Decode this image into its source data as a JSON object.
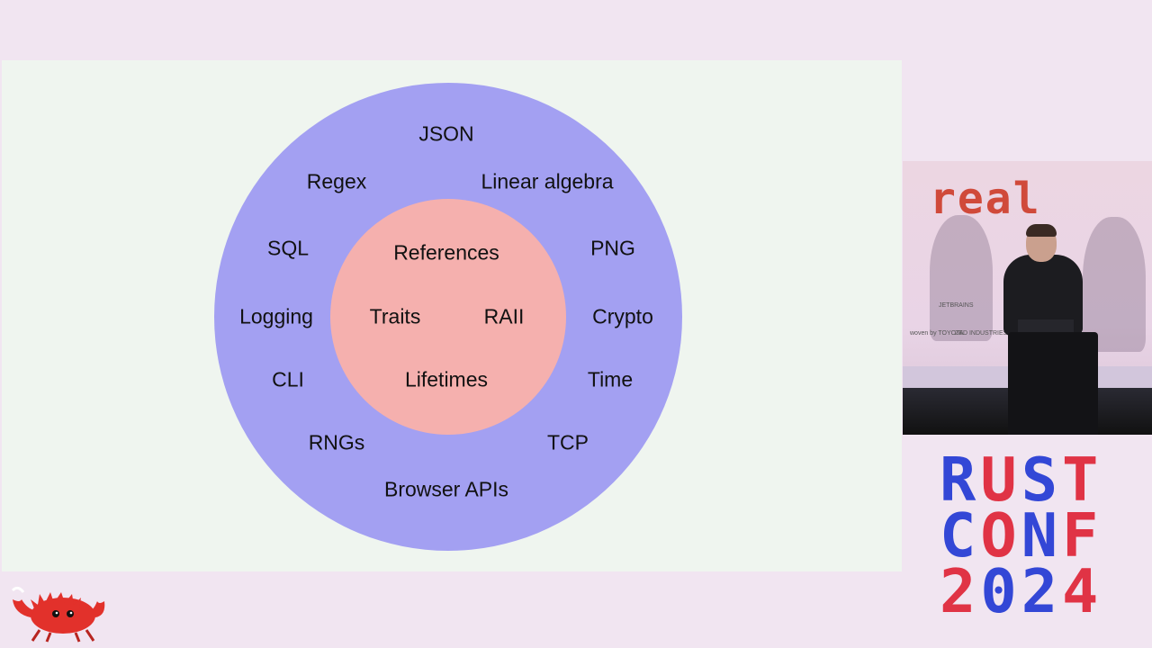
{
  "diagram": {
    "outer_ring_color": "#a3a0f2",
    "inner_circle_color": "#f5b0ae",
    "outer_labels": {
      "json": "JSON",
      "regex": "Regex",
      "linear_algebra": "Linear algebra",
      "sql": "SQL",
      "png": "PNG",
      "logging": "Logging",
      "crypto": "Crypto",
      "cli": "CLI",
      "time": "Time",
      "rngs": "RNGs",
      "tcp": "TCP",
      "browser_apis": "Browser APIs"
    },
    "inner_labels": {
      "references": "References",
      "traits": "Traits",
      "raii": "RAII",
      "lifetimes": "Lifetimes"
    }
  },
  "camera": {
    "backdrop_word": "real",
    "sponsors": [
      "JETBRAINS",
      "woven by TOYOTA",
      "ZED INDUSTRIES"
    ]
  },
  "branding": {
    "line1": "RUST",
    "line2": "CONF",
    "line3": "2024",
    "blue": "#3347d6",
    "red": "#e03345",
    "mascot": "ferris-crab-icon"
  }
}
